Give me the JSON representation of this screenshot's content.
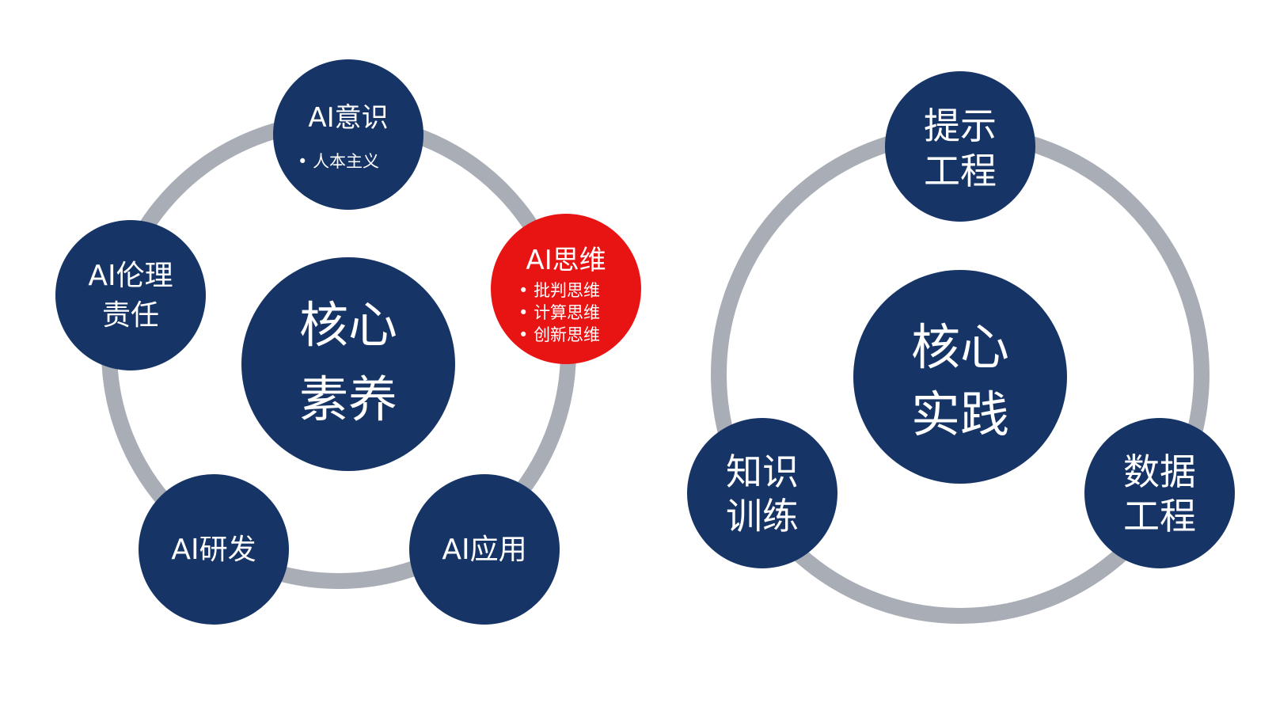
{
  "colors": {
    "ring": "#a9adb6",
    "node": "#163566",
    "highlight": "#e81414",
    "text": "#ffffff"
  },
  "left_diagram": {
    "center": {
      "lines": [
        "核心",
        "素养"
      ]
    },
    "nodes": [
      {
        "id": "ai-awareness",
        "lines": [
          "AI意识"
        ],
        "bullets": [
          "人本主义"
        ],
        "highlight": false
      },
      {
        "id": "ai-thinking",
        "lines": [
          "AI思维"
        ],
        "bullets": [
          "批判思维",
          "计算思维",
          "创新思维"
        ],
        "highlight": true
      },
      {
        "id": "ai-application",
        "lines": [
          "AI应用"
        ],
        "bullets": [],
        "highlight": false
      },
      {
        "id": "ai-rd",
        "lines": [
          "AI研发"
        ],
        "bullets": [],
        "highlight": false
      },
      {
        "id": "ai-ethics",
        "lines": [
          "AI伦理",
          "责任"
        ],
        "bullets": [],
        "highlight": false
      }
    ]
  },
  "right_diagram": {
    "center": {
      "lines": [
        "核心",
        "实践"
      ]
    },
    "nodes": [
      {
        "id": "prompt-engineering",
        "lines": [
          "提示",
          "工程"
        ],
        "bullets": [],
        "highlight": false
      },
      {
        "id": "data-engineering",
        "lines": [
          "数据",
          "工程"
        ],
        "bullets": [],
        "highlight": false
      },
      {
        "id": "knowledge-training",
        "lines": [
          "知识",
          "训练"
        ],
        "bullets": [],
        "highlight": false
      }
    ]
  }
}
